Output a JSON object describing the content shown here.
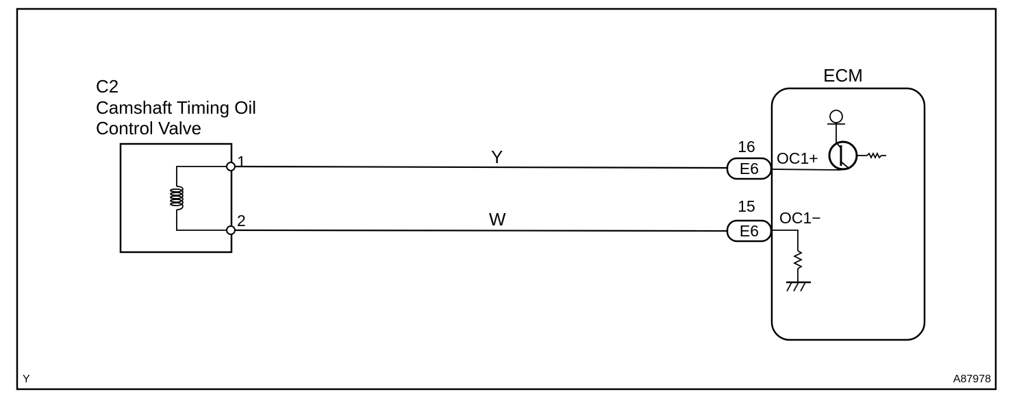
{
  "component": {
    "code": "C2",
    "name_line1": "Camshaft Timing Oil",
    "name_line2": "Control Valve",
    "pins": [
      "1",
      "2"
    ]
  },
  "ecm": {
    "title": "ECM",
    "terminals": [
      {
        "pin": "16",
        "connector": "E6",
        "signal": "OC1+"
      },
      {
        "pin": "15",
        "connector": "E6",
        "signal": "OC1−"
      }
    ]
  },
  "wires": [
    {
      "color_code": "Y"
    },
    {
      "color_code": "W"
    }
  ],
  "footer": {
    "left_code": "Y",
    "figure_id": "A87978"
  }
}
